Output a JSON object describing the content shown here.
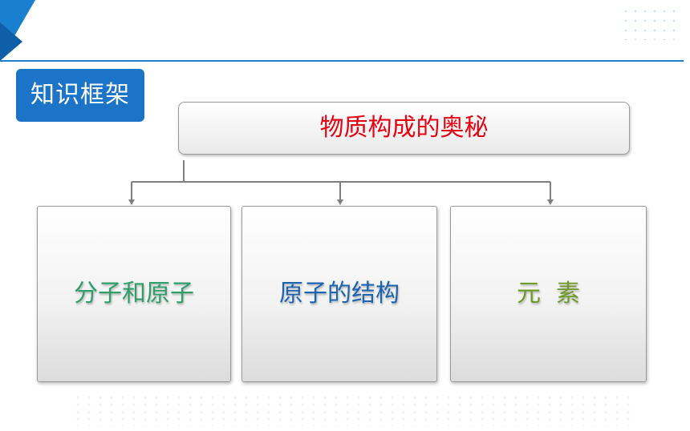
{
  "section_badge": "知识框架",
  "diagram": {
    "root": "物质构成的奥秘",
    "children": [
      "分子和原子",
      "原子的结构",
      "元  素"
    ]
  },
  "colors": {
    "accent": "#1b7fd0",
    "root_text": "#e60012",
    "child1_text": "#2e9e6a",
    "child2_text": "#1d64b0",
    "child3_text": "#6e9a2a"
  }
}
